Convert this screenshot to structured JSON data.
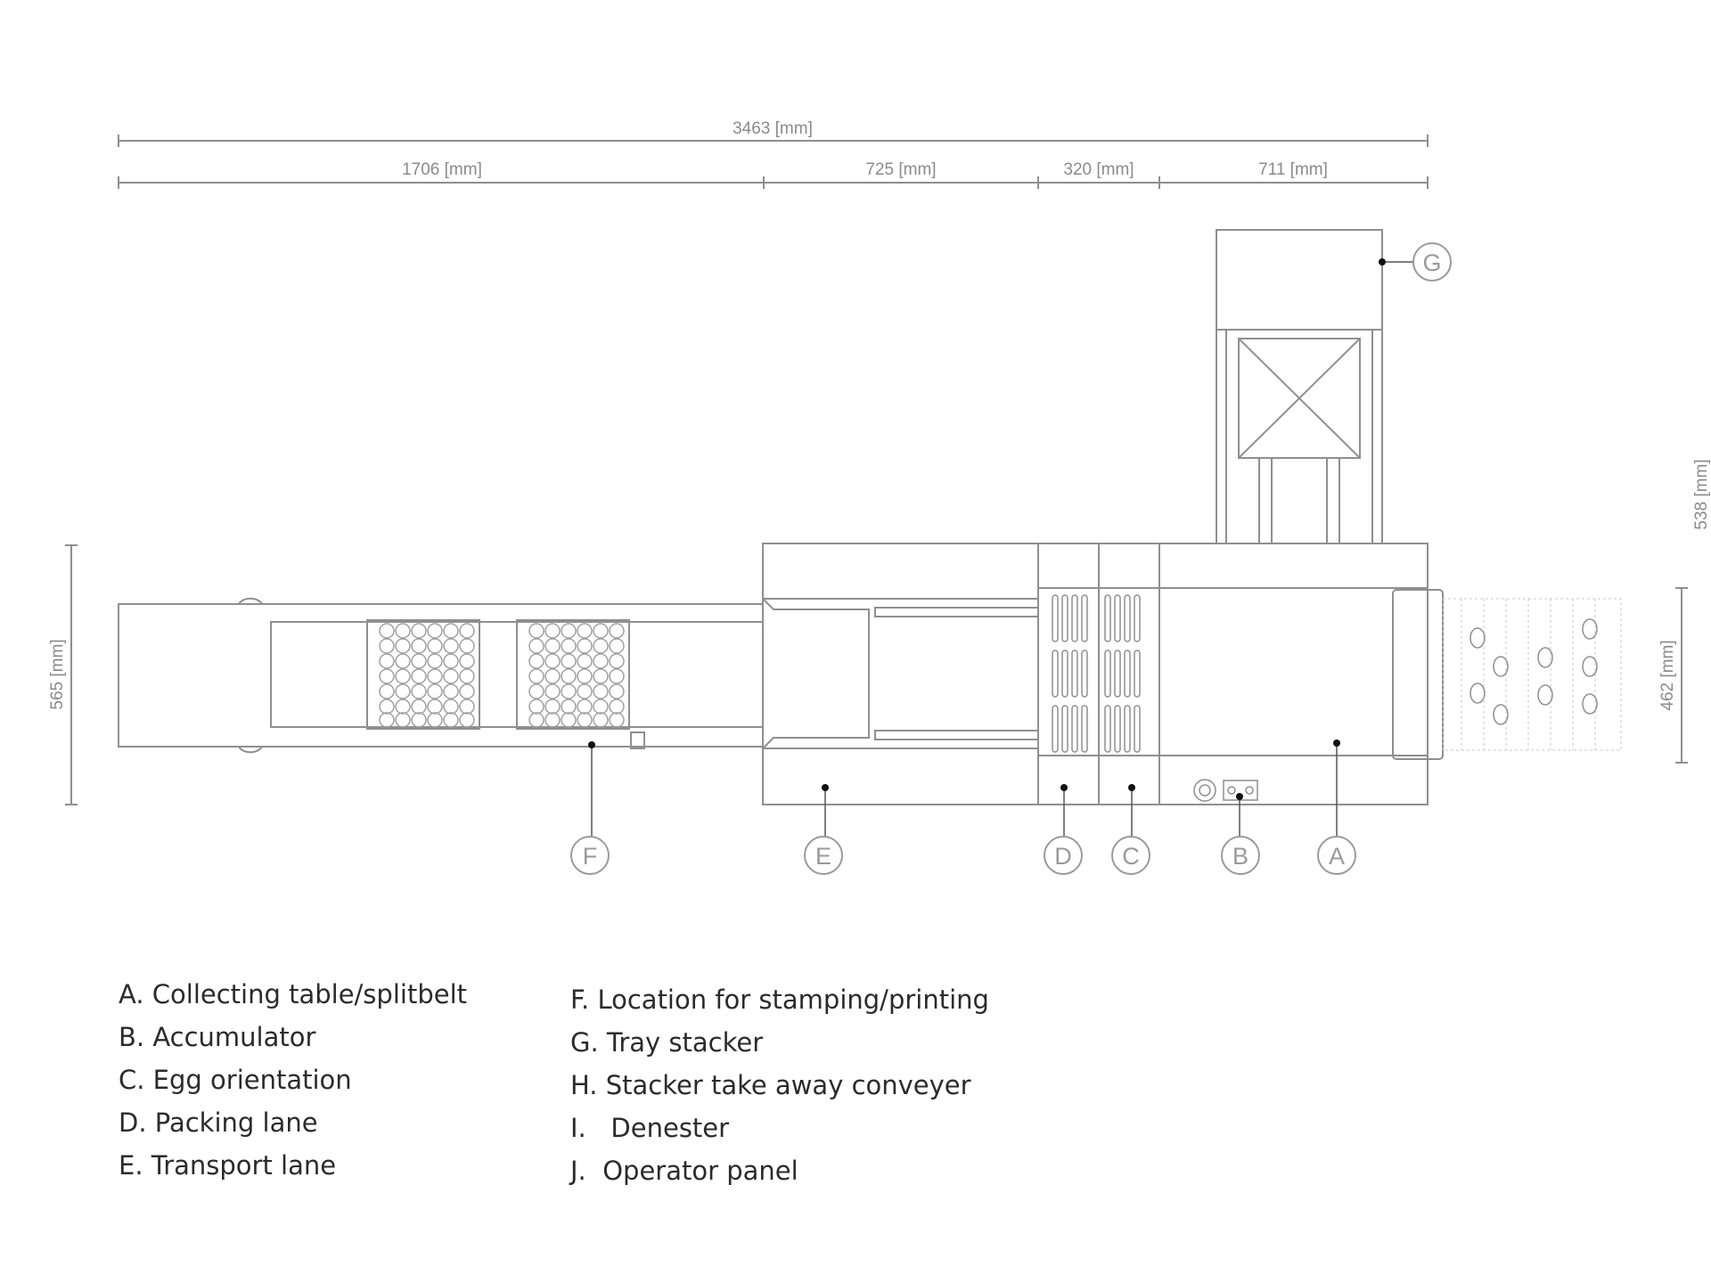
{
  "dimensions": {
    "overall": "3463 [mm]",
    "seg1": "1706 [mm]",
    "seg2": "725 [mm]",
    "seg3": "320 [mm]",
    "seg4": "711 [mm]",
    "left_height": "565 [mm]",
    "right_height": "462 [mm]",
    "far_right": "538 [mm]"
  },
  "callouts": {
    "a": "A",
    "b": "B",
    "c": "C",
    "d": "D",
    "e": "E",
    "f": "F",
    "g": "G"
  },
  "legend": {
    "left": [
      "A. Collecting table/splitbelt",
      "B. Accumulator",
      "C. Egg orientation",
      "D. Packing lane",
      "E. Transport lane"
    ],
    "right": [
      "F. Location for stamping/printing",
      "G. Tray stacker",
      "H. Stacker take away conveyer",
      "I.   Denester",
      "J.  Operator panel"
    ]
  }
}
